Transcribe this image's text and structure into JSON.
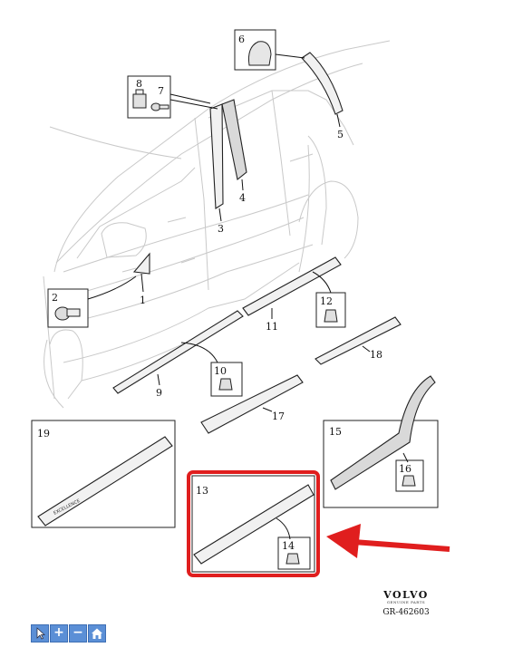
{
  "diagram": {
    "callouts": [
      "1",
      "2",
      "3",
      "4",
      "5",
      "6",
      "7",
      "8",
      "9",
      "10",
      "11",
      "12",
      "13",
      "14",
      "15",
      "16",
      "17",
      "18",
      "19"
    ],
    "badge_text": "EXCELLENCE",
    "highlight_color": "#e01e1e"
  },
  "brand": {
    "logo": "VOLVO",
    "subtitle": "GENUINE PARTS",
    "reference": "GR-462603"
  },
  "toolbar": {
    "buttons": [
      {
        "icon": "cursor-icon"
      },
      {
        "icon": "zoom-in-icon",
        "glyph": "+"
      },
      {
        "icon": "zoom-out-icon",
        "glyph": "−"
      },
      {
        "icon": "home-icon"
      }
    ]
  }
}
